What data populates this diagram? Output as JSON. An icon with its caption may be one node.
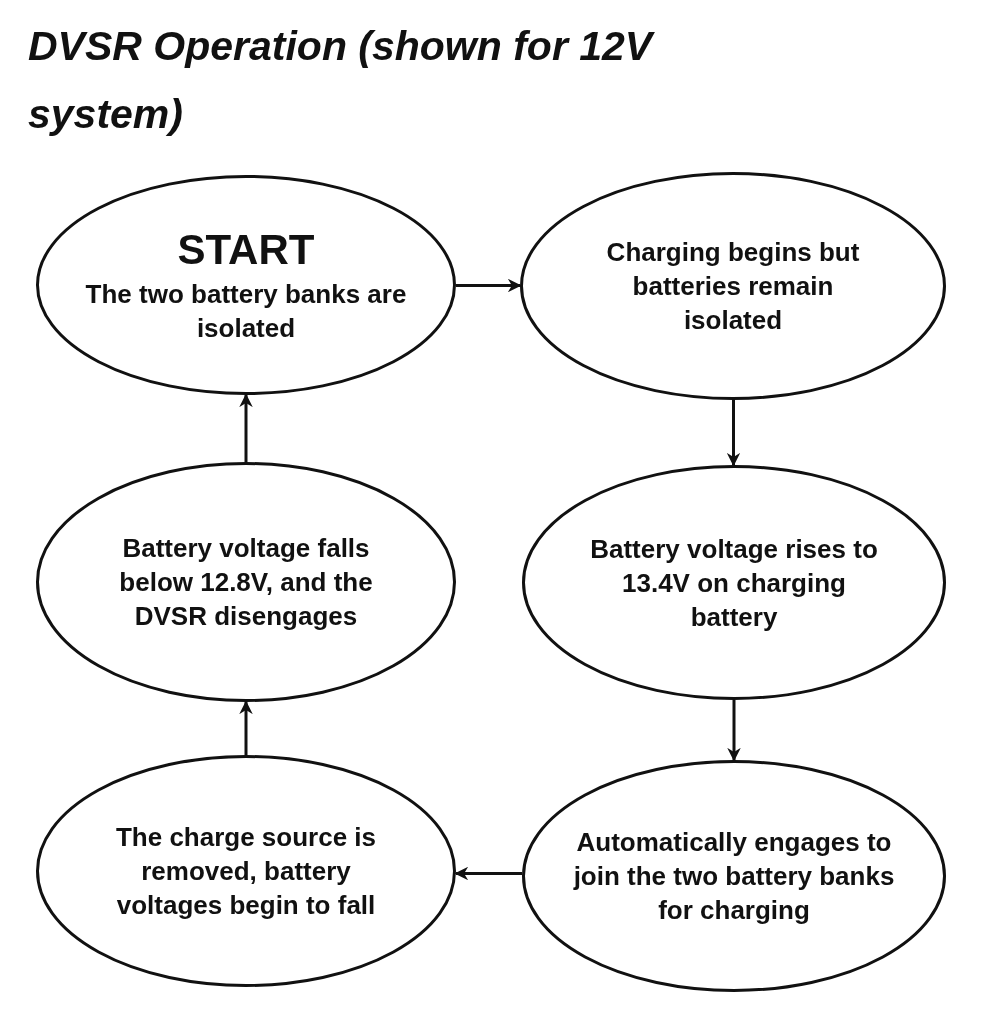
{
  "diagram": {
    "title": "DVSR Operation (shown for 12V system)",
    "nodes": [
      {
        "text": [
          "START",
          "The two battery banks are isolated"
        ]
      },
      {
        "text": [
          "Charging begins but batteries remain isolated"
        ]
      },
      {
        "text": [
          "Battery voltage rises to 13.4V on charging battery"
        ]
      },
      {
        "text": [
          "Automatically engages to join the two battery banks for charging"
        ]
      },
      {
        "text": [
          "The charge source is removed, battery voltages begin to fall"
        ]
      },
      {
        "text": [
          "Battery voltage falls below 12.8V, and the DVSR disengages"
        ]
      }
    ],
    "edges": [
      {
        "from": 0,
        "to": 1,
        "arrow": "to"
      },
      {
        "from": 1,
        "to": 2,
        "arrow": "to"
      },
      {
        "from": 2,
        "to": 3,
        "arrow": "to"
      },
      {
        "from": 3,
        "to": 4,
        "arrow": "to"
      },
      {
        "from": 4,
        "to": 5,
        "arrow": "to"
      },
      {
        "from": 5,
        "to": 0,
        "arrow": "to"
      }
    ]
  }
}
